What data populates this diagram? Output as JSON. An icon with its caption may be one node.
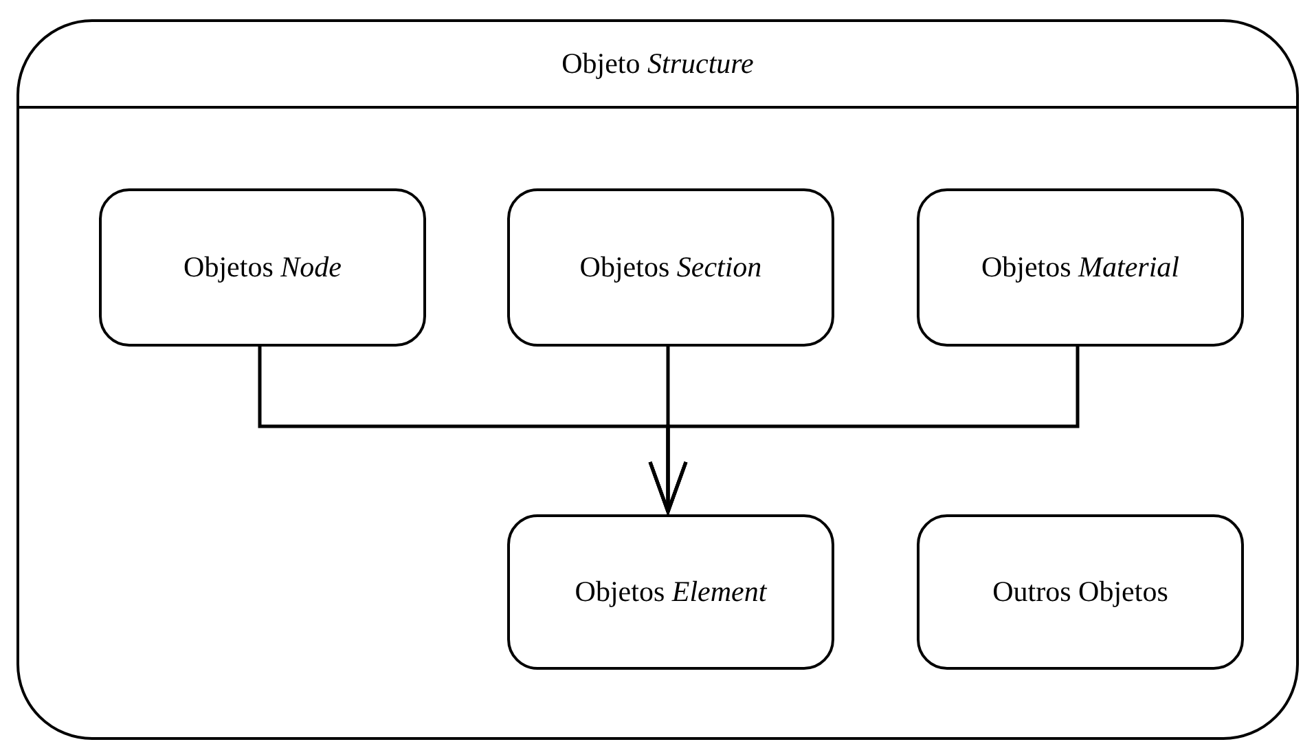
{
  "diagram": {
    "nodes": [
      {
        "text": [
          "Objeto *Structure*"
        ]
      },
      {
        "text": [
          "Objetos *Node*"
        ],
        "in": 0
      },
      {
        "text": [
          "Objetos *Section*"
        ],
        "in": 0
      },
      {
        "text": [
          "Objetos *Material*"
        ],
        "in": 0
      },
      {
        "text": [
          "Objetos *Element*"
        ],
        "in": 0
      },
      {
        "text": [
          "Outros Objetos"
        ],
        "in": 0
      }
    ],
    "edges": [
      {
        "from": 1,
        "to": 4,
        "arrow": "to"
      },
      {
        "from": 2,
        "to": 4,
        "arrow": "to"
      },
      {
        "from": 3,
        "to": 4,
        "arrow": "to"
      }
    ]
  }
}
